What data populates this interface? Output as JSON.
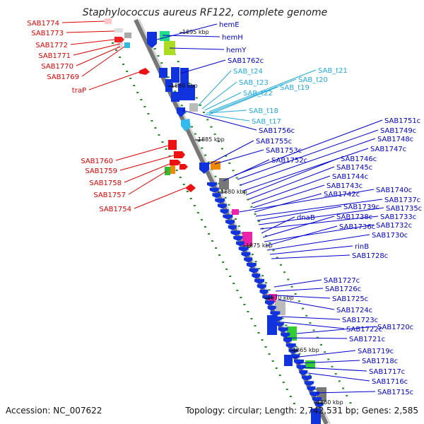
{
  "title": "Staphylococcus aureus RF122, complete genome",
  "footer": {
    "accession": "Accession: NC_007622",
    "summary": "Topology: circular; Length: 2,742,531 bp; Genes: 2,585"
  },
  "colors": {
    "left_labels": "#dd0000",
    "right_labels": "#0000cc",
    "trna_labels": "#22aadd",
    "backbone": "#888888",
    "dots": "#228822"
  },
  "kbp_marks": [
    "1895 kbp",
    "1890 kbp",
    "1885 kbp",
    "1880 kbp",
    "1875 kbp",
    "1870 kbp",
    "1865 kbp",
    "1860 kbp"
  ],
  "left_labels": [
    "SAB1774",
    "SAB1773",
    "SAB1772",
    "SAB1771",
    "SAB1770",
    "SAB1769",
    "traP",
    "SAB1760",
    "SAB1759",
    "SAB1758",
    "SAB1757",
    "SAB1754"
  ],
  "right_labels": [
    "hemE",
    "hemH",
    "hemY",
    "SAB1762c",
    "SAB1756c",
    "SAB1755c",
    "SAB1753c",
    "SAB1752c",
    "SAB1751c",
    "SAB1749c",
    "SAB1748c",
    "SAB1747c",
    "SAB1746c",
    "SAB1745c",
    "SAB1744c",
    "SAB1743c",
    "SAB1742c",
    "SAB1740c",
    "SAB1737c",
    "SAB1739c",
    "SAB1735c",
    "SAB1733c",
    "dnaB",
    "SAB1738c",
    "SAB1732c",
    "SAB1736c",
    "SAB1730c",
    "rinB",
    "SAB1728c",
    "SAB1727c",
    "SAB1726c",
    "SAB1725c",
    "SAB1724c",
    "SAB1723c",
    "SAB1722c",
    "SAB1720c",
    "SAB1721c",
    "SAB1719c",
    "SAB1718c",
    "SAB1717c",
    "SAB1716c",
    "SAB1715c"
  ],
  "trna_labels": [
    "SAB_t21",
    "SAB_t20",
    "SAB_t24",
    "SAB_t19",
    "SAB_t23",
    "SAB_t22",
    "SAB_t18",
    "SAB_t17"
  ]
}
